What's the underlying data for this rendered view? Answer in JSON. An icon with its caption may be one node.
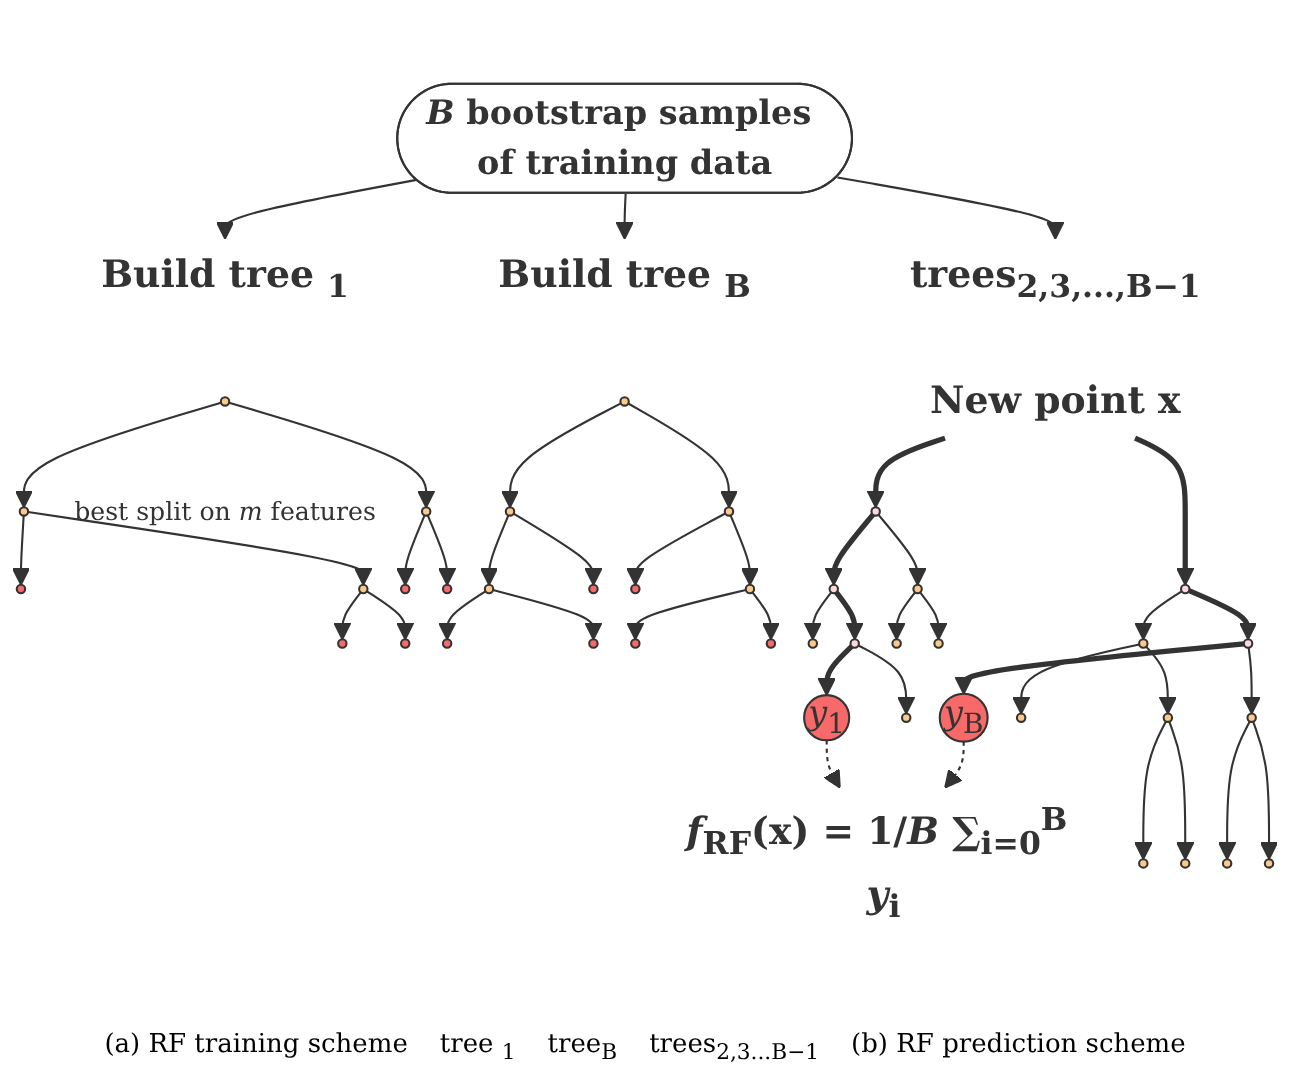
{
  "diagram": {
    "nodes": [
      {
        "text": [
          "*B* bootstrap samples of training data"
        ]
      },
      {
        "text": [
          "Build tree $_{1}$"
        ]
      },
      {
        "text": [
          "Build tree $_{B}$"
        ]
      },
      {
        "text": [
          "trees$_{2,3,...,B−1}$"
        ]
      },
      {
        "text": [],
        "shape": "circle"
      },
      {
        "text": [],
        "shape": "circle",
        "beside": [
          "best split on *m* features"
        ]
      },
      {
        "text": [],
        "shape": "circle"
      },
      {
        "text": [],
        "shape": "circle"
      },
      {
        "text": [],
        "shape": "circle"
      },
      {
        "text": [],
        "shape": "circle"
      },
      {
        "text": [],
        "shape": "circle"
      },
      {
        "text": [],
        "shape": "circle"
      },
      {
        "text": [],
        "shape": "circle"
      },
      {
        "text": [],
        "shape": "circle"
      },
      {
        "text": [],
        "shape": "circle"
      },
      {
        "text": [],
        "shape": "circle"
      },
      {
        "text": [],
        "shape": "circle"
      },
      {
        "text": [],
        "shape": "circle"
      },
      {
        "text": [],
        "shape": "circle"
      },
      {
        "text": [],
        "shape": "circle"
      },
      {
        "text": [],
        "shape": "circle"
      },
      {
        "text": [],
        "shape": "circle"
      },
      {
        "text": [],
        "shape": "circle"
      },
      {
        "text": [],
        "shape": "circle"
      },
      {
        "text": [
          "New point x"
        ]
      },
      {
        "text": [],
        "shape": "circle"
      },
      {
        "text": [],
        "shape": "circle"
      },
      {
        "text": [],
        "shape": "circle"
      },
      {
        "text": [],
        "shape": "circle"
      },
      {
        "text": [],
        "shape": "circle"
      },
      {
        "text": [
          "*y*$_{1}$"
        ]
      },
      {
        "text": [],
        "shape": "circle"
      },
      {
        "text": [],
        "shape": "circle"
      },
      {
        "text": [],
        "shape": "circle"
      },
      {
        "text": [],
        "shape": "circle"
      },
      {
        "text": [],
        "shape": "circle"
      },
      {
        "text": [],
        "shape": "circle"
      },
      {
        "text": [],
        "shape": "circle"
      },
      {
        "text": [],
        "shape": "circle"
      },
      {
        "text": [],
        "shape": "circle"
      },
      {
        "text": [],
        "shape": "circle"
      },
      {
        "text": [
          "*y*$_{B}$"
        ]
      },
      {
        "text": [],
        "shape": "circle"
      },
      {
        "text": [],
        "shape": "circle"
      },
      {
        "text": [],
        "shape": "circle"
      },
      {
        "text": [
          "*f*$_{RF}$(**x**) = 1/*B* ∑$_{i=0}$$^{B}$ *y*$_{i}$"
        ]
      }
    ],
    "edges": [
      {
        "from": 0,
        "to": 1,
        "arrow": "to"
      },
      {
        "from": 0,
        "to": 2,
        "arrow": "to"
      },
      {
        "from": 0,
        "to": 3,
        "arrow": "to"
      },
      {
        "from": 4,
        "to": 5,
        "arrow": "to"
      },
      {
        "from": 4,
        "to": 6,
        "arrow": "to"
      },
      {
        "from": 5,
        "to": 7,
        "arrow": "to"
      },
      {
        "from": 5,
        "to": 8,
        "arrow": "to"
      },
      {
        "from": 8,
        "to": 9,
        "arrow": "to"
      },
      {
        "from": 8,
        "to": 10,
        "arrow": "to"
      },
      {
        "from": 6,
        "to": 11,
        "arrow": "to"
      },
      {
        "from": 6,
        "to": 12,
        "arrow": "to"
      },
      {
        "from": 13,
        "to": 14,
        "arrow": "to"
      },
      {
        "from": 13,
        "to": 15,
        "arrow": "to"
      },
      {
        "from": 14,
        "to": 16,
        "arrow": "to"
      },
      {
        "from": 14,
        "to": 17,
        "arrow": "to"
      },
      {
        "from": 16,
        "to": 18,
        "arrow": "to"
      },
      {
        "from": 16,
        "to": 19,
        "arrow": "to"
      },
      {
        "from": 15,
        "to": 20,
        "arrow": "to"
      },
      {
        "from": 15,
        "to": 21,
        "arrow": "to"
      },
      {
        "from": 21,
        "to": 22,
        "arrow": "to"
      },
      {
        "from": 21,
        "to": 23,
        "arrow": "to"
      },
      {
        "from": 24,
        "to": 25,
        "arrow": "to",
        "style": "thick"
      },
      {
        "from": 24,
        "to": 34,
        "arrow": "to",
        "style": "thick"
      },
      {
        "from": 25,
        "to": 26,
        "arrow": "to",
        "style": "thick"
      },
      {
        "from": 25,
        "to": 27,
        "arrow": "to"
      },
      {
        "from": 26,
        "to": 28,
        "arrow": "to"
      },
      {
        "from": 26,
        "to": 29,
        "arrow": "to",
        "style": "thick"
      },
      {
        "from": 29,
        "to": 30,
        "arrow": "to",
        "style": "thick"
      },
      {
        "from": 29,
        "to": 31,
        "arrow": "to"
      },
      {
        "from": 27,
        "to": 32,
        "arrow": "to"
      },
      {
        "from": 27,
        "to": 33,
        "arrow": "to"
      },
      {
        "from": 34,
        "to": 35,
        "arrow": "to"
      },
      {
        "from": 34,
        "to": 36,
        "arrow": "to",
        "style": "thick"
      },
      {
        "from": 35,
        "to": 37,
        "arrow": "to"
      },
      {
        "from": 35,
        "to": 38,
        "arrow": "to"
      },
      {
        "from": 37,
        "to": 39,
        "arrow": "to"
      },
      {
        "from": 37,
        "to": 40,
        "arrow": "to"
      },
      {
        "from": 36,
        "to": 41,
        "arrow": "to",
        "style": "thick"
      },
      {
        "from": 36,
        "to": 42,
        "arrow": "to"
      },
      {
        "from": 42,
        "to": 43,
        "arrow": "to"
      },
      {
        "from": 42,
        "to": 44,
        "arrow": "to"
      },
      {
        "from": 30,
        "to": 45,
        "arrow": "to",
        "style": "dashed"
      },
      {
        "from": 41,
        "to": 45,
        "arrow": "to",
        "style": "dashed"
      }
    ],
    "labels": [
      "(a) RF training scheme",
      "tree $_{1}$",
      "tree$_{B}$",
      "trees$_{2,3...B−1}$",
      "(b) RF prediction scheme"
    ]
  }
}
